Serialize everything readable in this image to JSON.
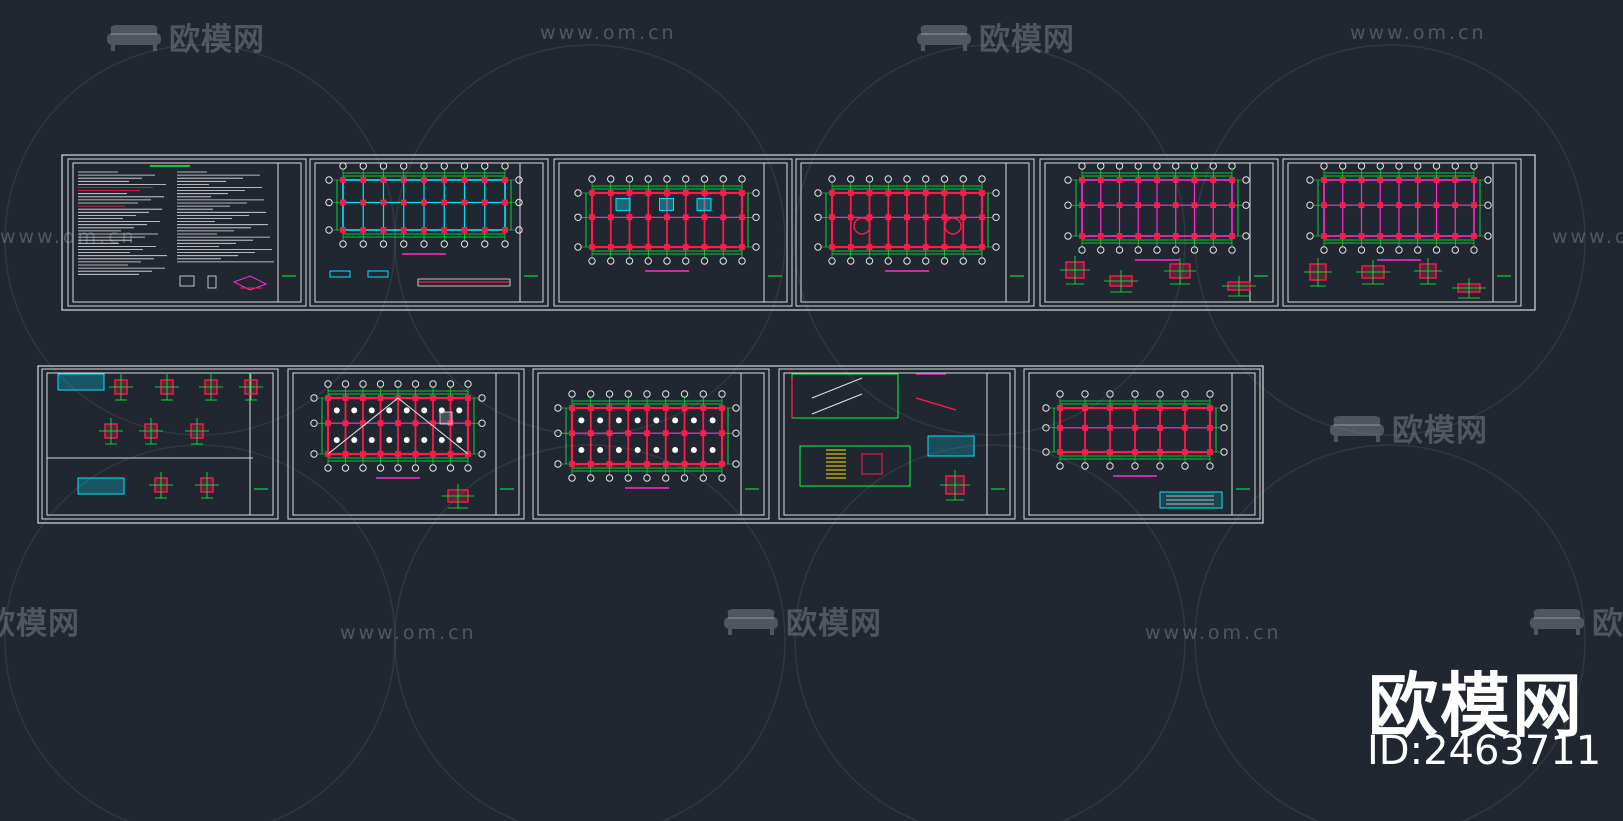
{
  "watermark": {
    "brand": "欧模网",
    "url": "www.om.cn",
    "logo_icon": "sofa-icon",
    "color": "#bec4cc"
  },
  "corner_badge": {
    "brand": "欧模网",
    "id_label": "ID:2463711"
  },
  "cad_viewport": {
    "background": "#212730",
    "frame_color": "#d9d9d9",
    "row1_sheet_count": 6,
    "row2_sheet_count": 5,
    "layer_colors": {
      "axis_grid": "#00ff3c",
      "walls_columns": "#ff1a4b",
      "beams": "#ff2bd6",
      "text_cyan": "#00e5ff",
      "dimension_white": "#e6e6e6",
      "hatch_yellow": "#ffe600"
    }
  }
}
